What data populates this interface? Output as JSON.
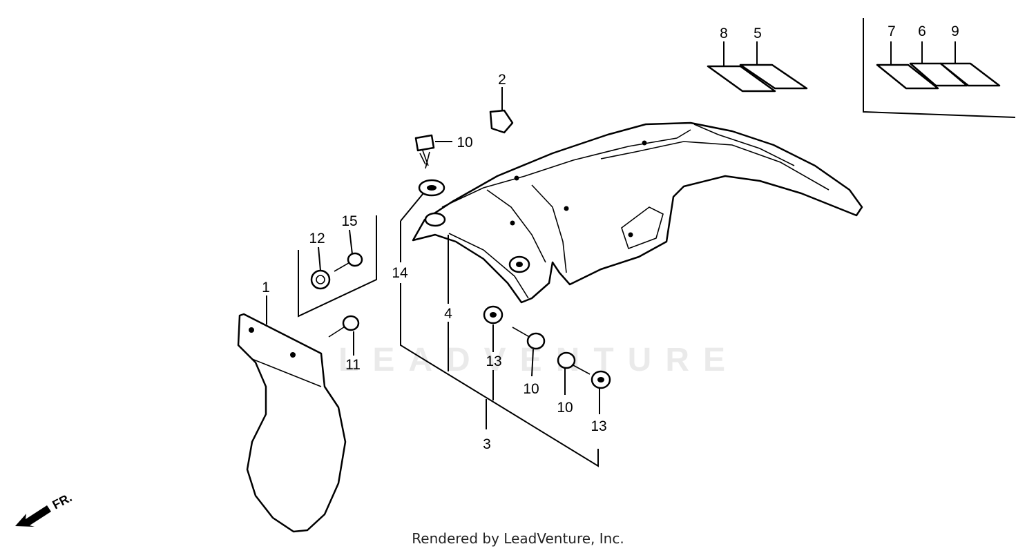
{
  "watermark": "LEADVENTURE",
  "footer": "Rendered by LeadVenture, Inc.",
  "direction_label": "FR.",
  "callouts": {
    "c1": "1",
    "c2": "2",
    "c3": "3",
    "c4": "4",
    "c5": "5",
    "c6": "6",
    "c7": "7",
    "c8": "8",
    "c9": "9",
    "c10a": "10",
    "c10b": "10",
    "c10c": "10",
    "c11": "11",
    "c12": "12",
    "c13a": "13",
    "c13b": "13",
    "c14": "14",
    "c15": "15"
  }
}
